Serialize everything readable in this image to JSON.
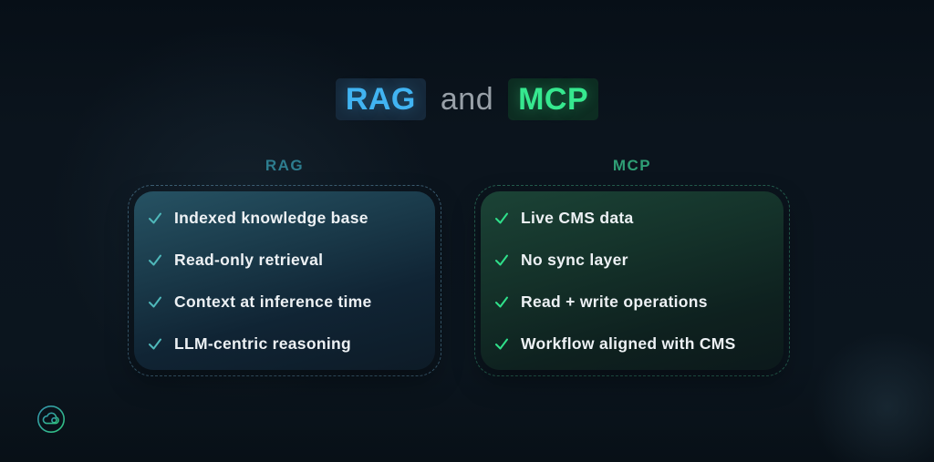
{
  "title": {
    "rag_label": "RAG",
    "and_label": "and",
    "mcp_label": "MCP"
  },
  "columns": [
    {
      "header": "RAG",
      "items": [
        "Indexed knowledge base",
        "Read-only retrieval",
        "Context at inference time",
        "LLM-centric reasoning"
      ]
    },
    {
      "header": "MCP",
      "items": [
        "Live CMS data",
        "No sync layer",
        "Read + write operations",
        "Workflow aligned with CMS"
      ]
    }
  ],
  "icons": {
    "check_icon": "checkmark",
    "logo_icon": "cloud-infinity-icon"
  },
  "colors": {
    "background": "#0b141d",
    "rag_accent": "#41b4f2",
    "rag_chip_bg": "#16293b",
    "mcp_accent": "#36e88f",
    "mcp_chip_bg": "#0d2d22",
    "and_text": "#98a0a8",
    "rag_header": "#2d7d8f",
    "mcp_header": "#2f9f75",
    "rag_check": "#4fb8ba",
    "mcp_check": "#2fe08a",
    "item_text": "#edf1f4"
  }
}
